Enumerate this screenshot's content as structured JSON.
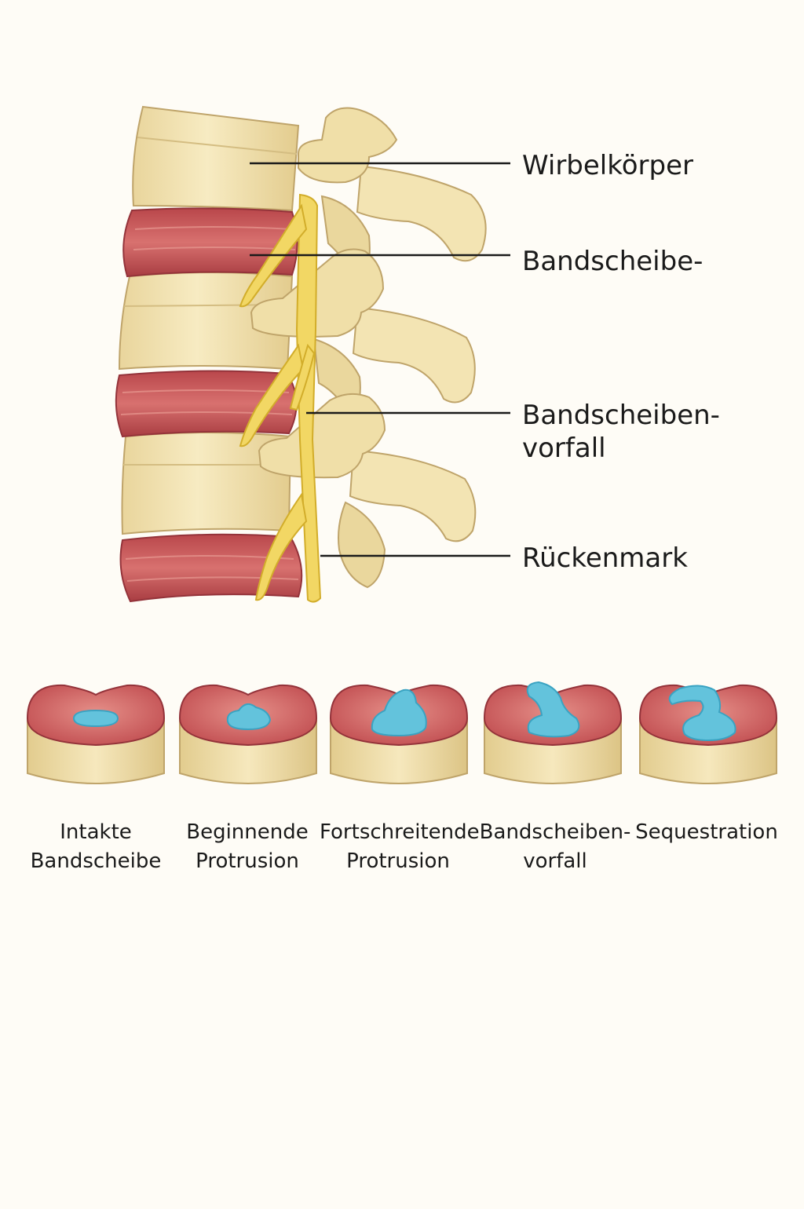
{
  "spine_labels": {
    "vertebral_body": "Wirbelkörper",
    "disc": "Bandscheibe-",
    "herniation_line1": "Bandscheiben-",
    "herniation_line2": "vorfall",
    "spinal_cord": "Rückenmark"
  },
  "stages": [
    {
      "line1": "Intakte",
      "line2": "Bandscheibe"
    },
    {
      "line1": "Beginnende",
      "line2": "Protrusion"
    },
    {
      "line1": "Fortschreitende",
      "line2": "Protrusion"
    },
    {
      "line1": "Bandscheiben-",
      "line2": "vorfall"
    },
    {
      "line1": "Sequestration",
      "line2": ""
    }
  ],
  "colors": {
    "bone": "#f3e3b0",
    "bone_shadow": "#d9c285",
    "bone_outline": "#bfa46a",
    "disc": "#c95a5a",
    "disc_dark": "#a83e42",
    "disc_light": "#e08a86",
    "nerve": "#f2d764",
    "nerve_outline": "#d2ad2a",
    "nucleus": "#63c3dc",
    "nucleus_outline": "#3aa3c2",
    "leader_line": "#1a1a1a"
  }
}
